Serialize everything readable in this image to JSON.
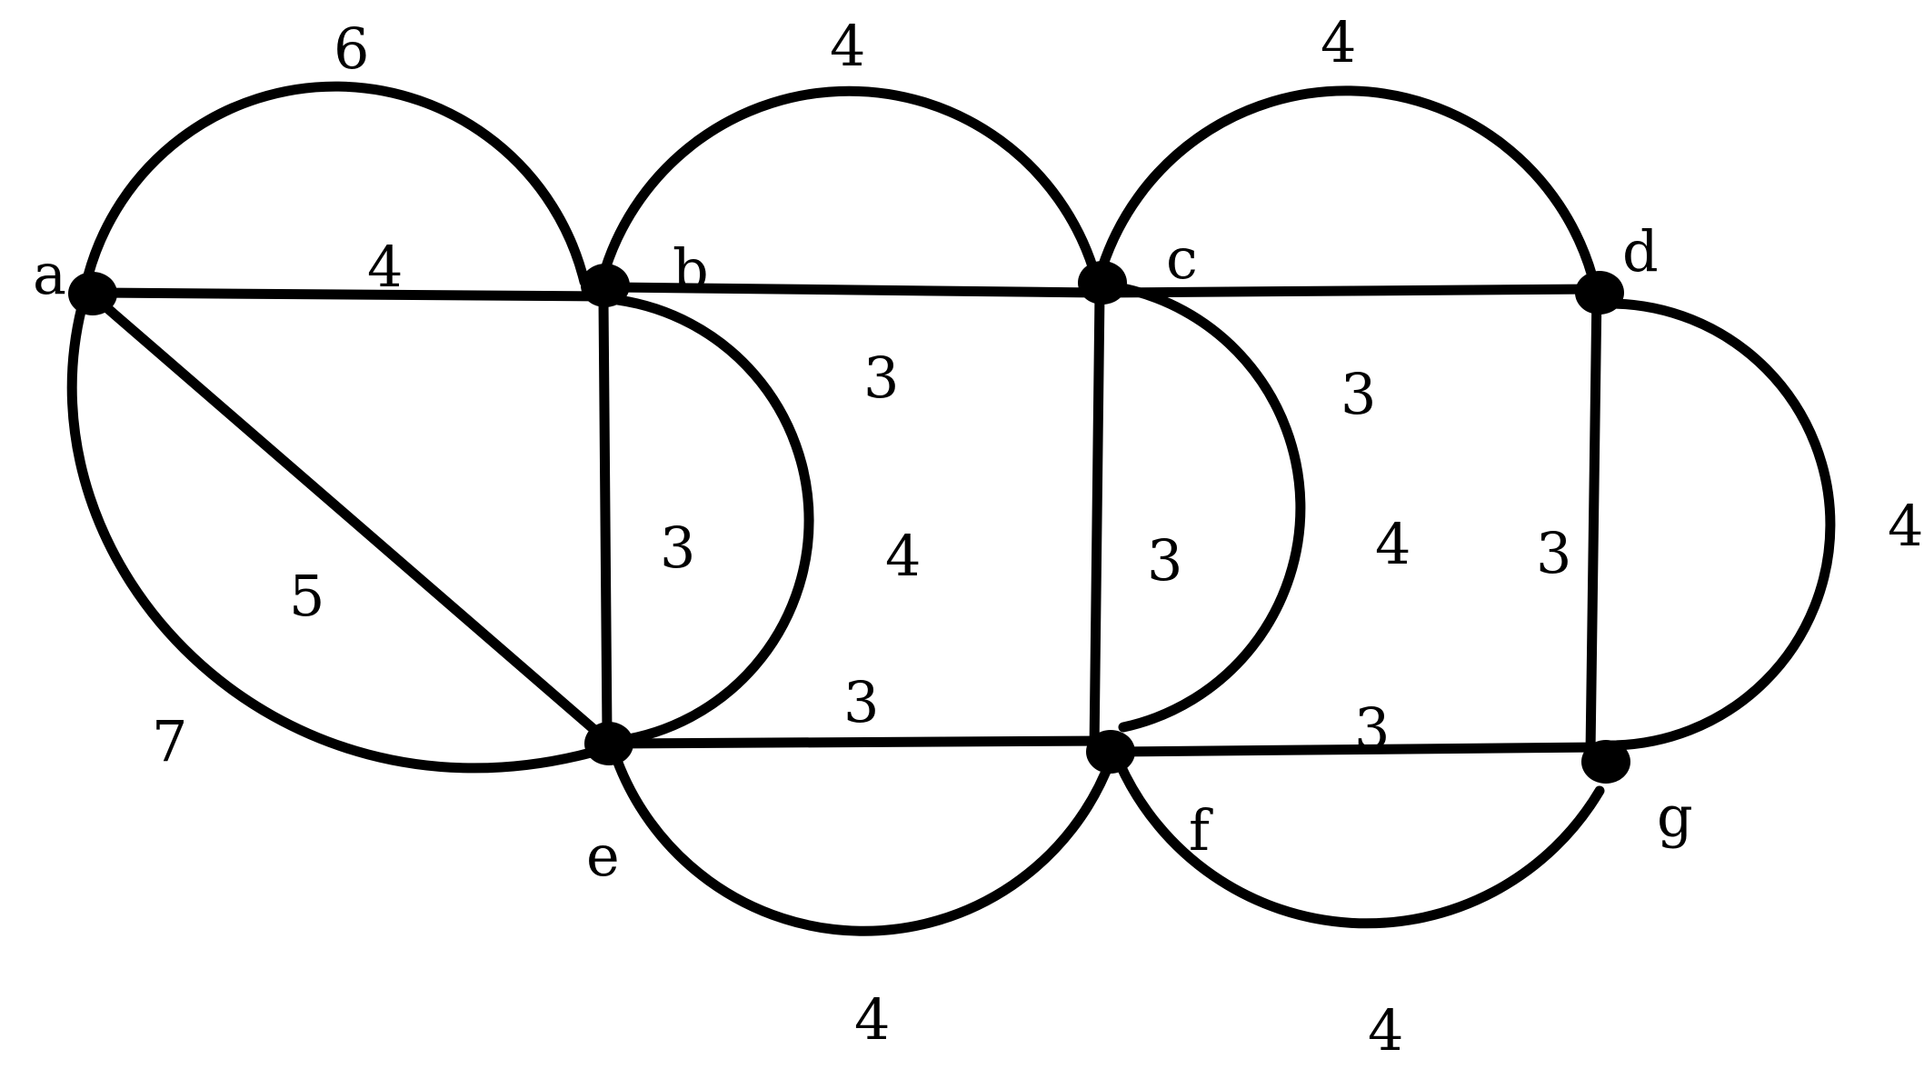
{
  "graph": {
    "colors": {
      "stroke": "#000000",
      "background": "#ffffff"
    },
    "nodes": [
      {
        "id": "a",
        "label": "a"
      },
      {
        "id": "b",
        "label": "b"
      },
      {
        "id": "c",
        "label": "c"
      },
      {
        "id": "d",
        "label": "d"
      },
      {
        "id": "e",
        "label": "e"
      },
      {
        "id": "f",
        "label": "f"
      },
      {
        "id": "g",
        "label": "g"
      }
    ],
    "edges": [
      {
        "id": "ab-arc",
        "from": "a",
        "to": "b",
        "weight": "6"
      },
      {
        "id": "ab-line",
        "from": "a",
        "to": "b",
        "weight": "4"
      },
      {
        "id": "ae-line",
        "from": "a",
        "to": "e",
        "weight": "5"
      },
      {
        "id": "ae-arc",
        "from": "a",
        "to": "e",
        "weight": "7"
      },
      {
        "id": "bc-arc",
        "from": "b",
        "to": "c",
        "weight": "4"
      },
      {
        "id": "bc-line",
        "from": "b",
        "to": "c",
        "weight": "3"
      },
      {
        "id": "be-line",
        "from": "b",
        "to": "e",
        "weight": "3"
      },
      {
        "id": "be-arc",
        "from": "b",
        "to": "e",
        "weight": "4"
      },
      {
        "id": "cd-arc",
        "from": "c",
        "to": "d",
        "weight": "4"
      },
      {
        "id": "cd-line",
        "from": "c",
        "to": "d",
        "weight": "3"
      },
      {
        "id": "cf-line",
        "from": "c",
        "to": "f",
        "weight": "3"
      },
      {
        "id": "cf-arc",
        "from": "c",
        "to": "f",
        "weight": "4"
      },
      {
        "id": "dg-line",
        "from": "d",
        "to": "g",
        "weight": "3"
      },
      {
        "id": "dg-arc",
        "from": "d",
        "to": "g",
        "weight": "4"
      },
      {
        "id": "ef-line",
        "from": "e",
        "to": "f",
        "weight": "3"
      },
      {
        "id": "ef-arc",
        "from": "e",
        "to": "f",
        "weight": "4"
      },
      {
        "id": "fg-line",
        "from": "f",
        "to": "g",
        "weight": "3"
      },
      {
        "id": "fg-arc",
        "from": "f",
        "to": "g",
        "weight": "4"
      }
    ]
  }
}
